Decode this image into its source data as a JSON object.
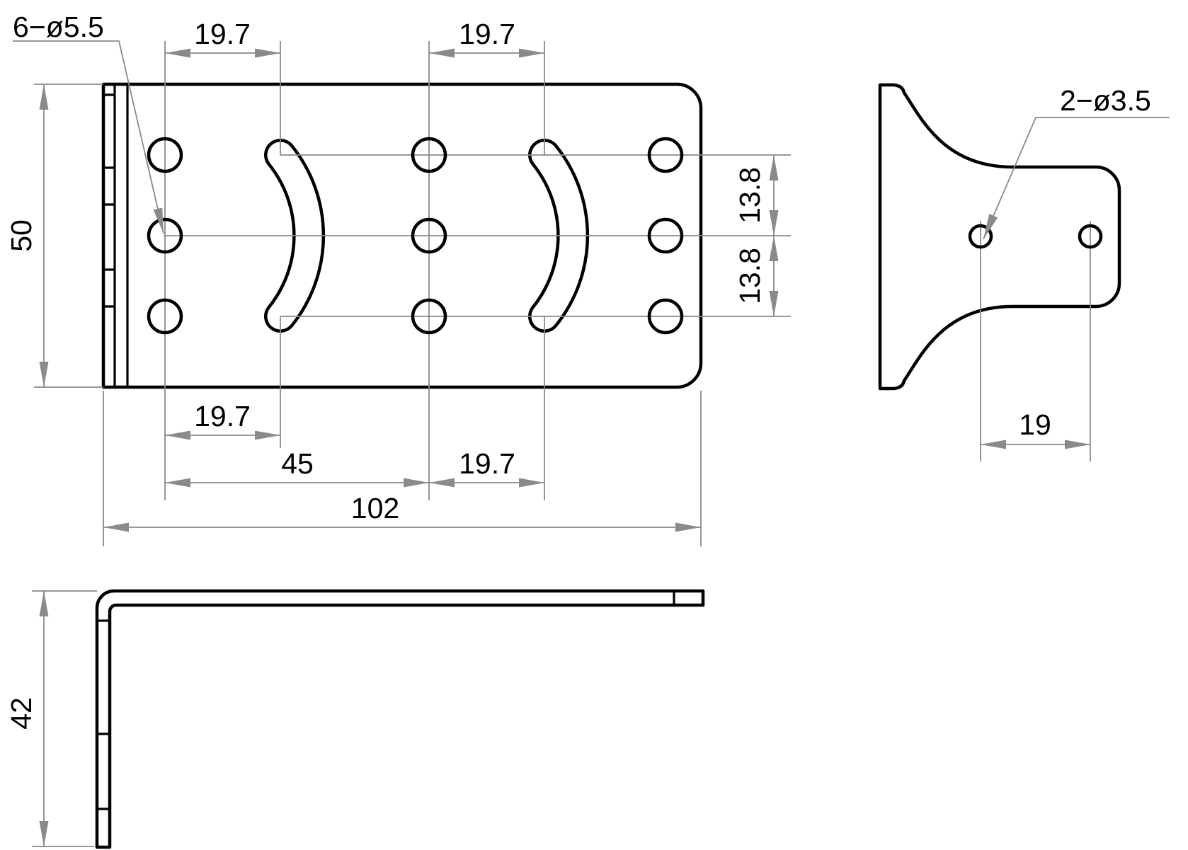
{
  "front_view": {
    "hole_callout": "6−ø5.5",
    "dims": {
      "top_pitch_left": "19.7",
      "top_pitch_right": "19.7",
      "height": "50",
      "row_pitch_upper": "13.8",
      "row_pitch_lower": "13.8",
      "bottom_pitch_left": "19.7",
      "bottom_span": "45",
      "bottom_pitch_right": "19.7",
      "overall_width": "102"
    }
  },
  "end_view": {
    "hole_callout": "2−ø3.5",
    "dims": {
      "hole_pitch": "19"
    }
  },
  "profile_view": {
    "dims": {
      "leg_height": "42"
    }
  },
  "colors": {
    "outline": "#000000",
    "dimension_lines": "#8a8a8a",
    "text": "#000000",
    "background": "#ffffff"
  }
}
